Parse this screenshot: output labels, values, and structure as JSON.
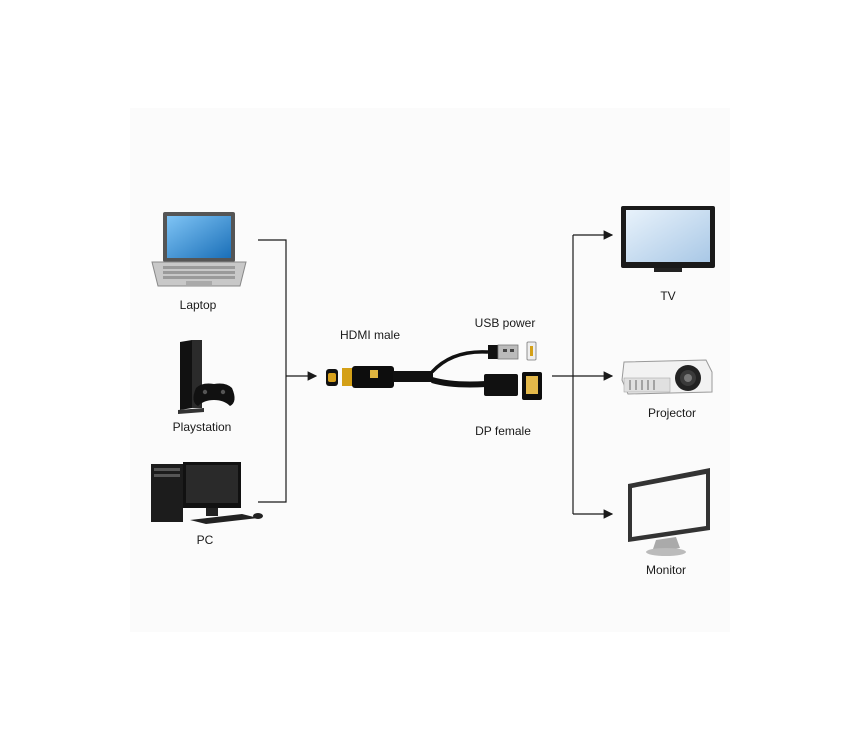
{
  "sources": {
    "laptop": "Laptop",
    "playstation": "Playstation",
    "pc": "PC"
  },
  "cable": {
    "hdmi": "HDMI male",
    "usb": "USB power",
    "dp": "DP female"
  },
  "targets": {
    "tv": "TV",
    "projector": "Projector",
    "monitor": "Monitor"
  },
  "colors": {
    "line": "#1a1a1a",
    "screen": "#2a8fd8",
    "connector_gold": "#d4a017"
  }
}
